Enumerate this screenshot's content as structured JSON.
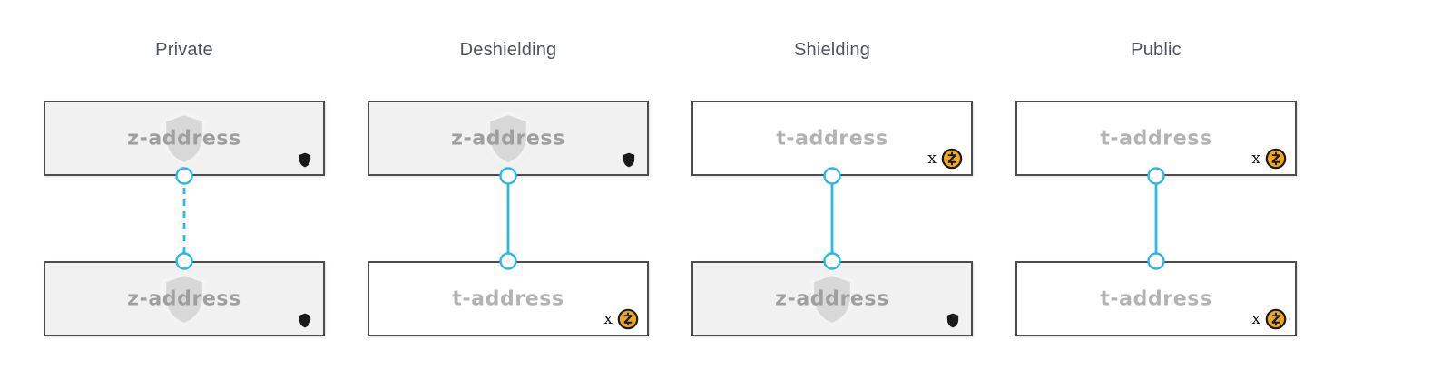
{
  "diagram": {
    "name": "zcash-transaction-types",
    "columns": [
      {
        "label": "Private",
        "connector": "dashed",
        "top": {
          "label": "z-address",
          "type": "shielded"
        },
        "bottom": {
          "label": "z-address",
          "type": "shielded"
        }
      },
      {
        "label": "Deshielding",
        "connector": "solid",
        "top": {
          "label": "z-address",
          "type": "shielded"
        },
        "bottom": {
          "label": "t-address",
          "type": "transparent"
        }
      },
      {
        "label": "Shielding",
        "connector": "solid",
        "top": {
          "label": "t-address",
          "type": "transparent"
        },
        "bottom": {
          "label": "z-address",
          "type": "shielded"
        }
      },
      {
        "label": "Public",
        "connector": "solid",
        "top": {
          "label": "t-address",
          "type": "transparent"
        },
        "bottom": {
          "label": "t-address",
          "type": "transparent"
        }
      }
    ],
    "badges": {
      "transparent_prefix": "x",
      "shielded_icon": "shield-icon",
      "transparent_icon": "zcash-coin-icon"
    },
    "colors": {
      "accent_cyan": "#2cb7e8",
      "coin_gold": "#eda821",
      "box_border": "#4d4d4d",
      "shielded_box_fill": "#f1f1f1",
      "transparent_box_fill": "#ffffff",
      "shielded_label_text": "#9f9f9f",
      "transparent_label_text": "#b3b3b3",
      "title_text": "#4e545b",
      "watermark_fill": "#d8d8d8"
    }
  }
}
